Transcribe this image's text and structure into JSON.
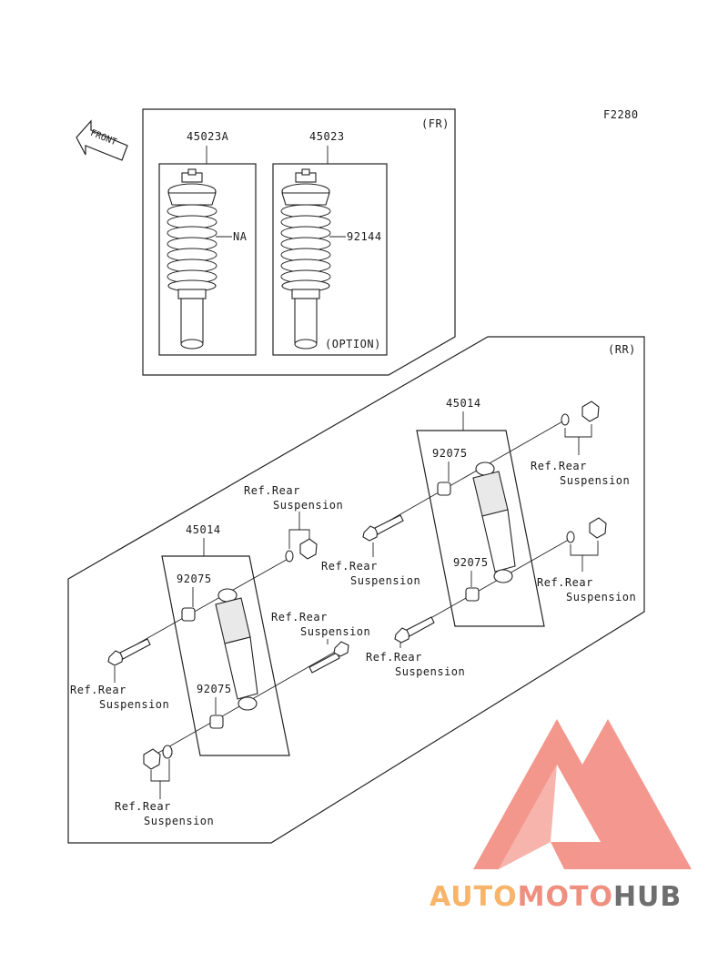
{
  "diagram": {
    "code": "F2280",
    "front_arrow": "FRONT",
    "front_section": {
      "tag": "(FR)",
      "left_part": "45023A",
      "left_callout": "NA",
      "right_part": "45023",
      "right_callout": "92144",
      "right_note": "(OPTION)"
    },
    "rear_section": {
      "tag": "(RR)",
      "upper_part": "45014",
      "upper_top_bushing": "92075",
      "upper_bottom_bushing": "92075",
      "lower_part": "45014",
      "lower_top_bushing": "92075",
      "lower_bottom_bushing": "92075",
      "ref_line1": "Ref.Rear",
      "ref_line2": "Suspension"
    }
  },
  "watermark": {
    "part1": "AUTO",
    "part2": "MOTO",
    "part3": "HUB",
    "color1": "#f7b46a",
    "color2": "#ef8f80",
    "color3": "#6e6e6e"
  }
}
